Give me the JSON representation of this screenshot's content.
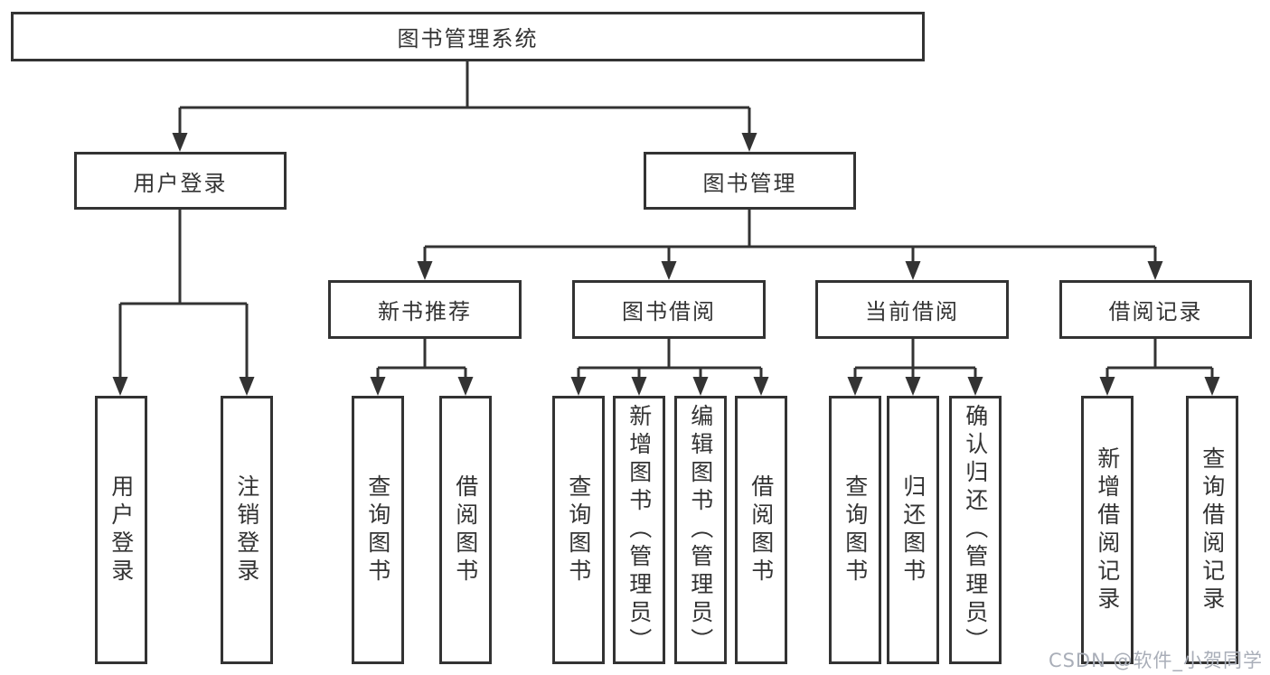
{
  "colors": {
    "line": "#333333",
    "text": "#333333",
    "background": "#ffffff",
    "watermark": "#a9aeb8"
  },
  "watermark": {
    "text": "CSDN @软件_小贺同学"
  },
  "tree": {
    "root": {
      "label": "图书管理系统"
    },
    "branches": [
      {
        "label": "用户登录",
        "leaves": [
          {
            "label": "用户登录"
          },
          {
            "label": "注销登录"
          }
        ]
      },
      {
        "label": "图书管理",
        "groups": [
          {
            "label": "新书推荐",
            "leaves": [
              {
                "label": "查询图书"
              },
              {
                "label": "借阅图书"
              }
            ]
          },
          {
            "label": "图书借阅",
            "leaves": [
              {
                "label": "查询图书"
              },
              {
                "label": "新增图书（管理员）"
              },
              {
                "label": "编辑图书（管理员）"
              },
              {
                "label": "借阅图书"
              }
            ]
          },
          {
            "label": "当前借阅",
            "leaves": [
              {
                "label": "查询图书"
              },
              {
                "label": "归还图书"
              },
              {
                "label": "确认归还（管理员）"
              }
            ]
          },
          {
            "label": "借阅记录",
            "leaves": [
              {
                "label": "新增借阅记录"
              },
              {
                "label": "查询借阅记录"
              }
            ]
          }
        ]
      }
    ]
  }
}
